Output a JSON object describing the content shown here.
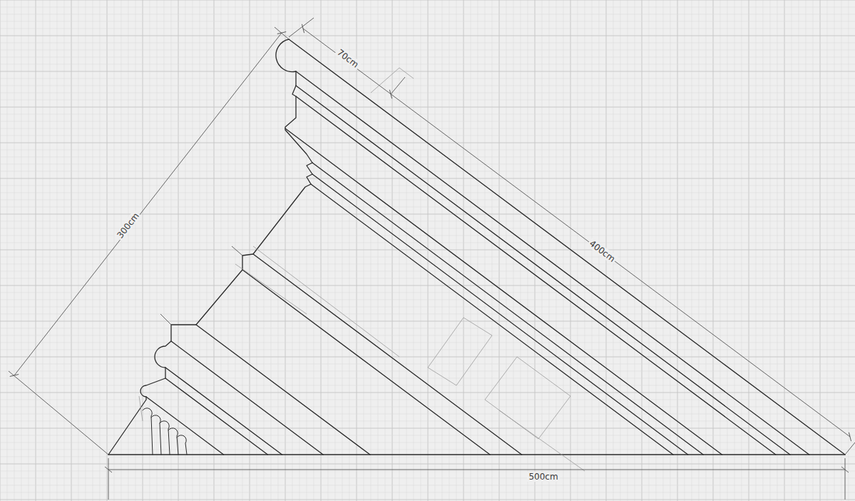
{
  "diagram": {
    "labels": [
      "70cm",
      "300cm",
      "400cm",
      "500cm"
    ]
  }
}
